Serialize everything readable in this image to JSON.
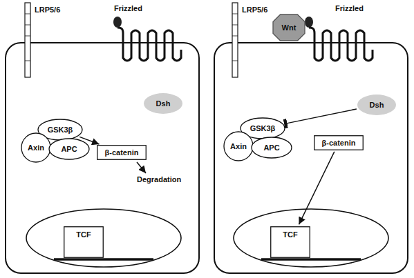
{
  "diagram": {
    "nodes": [
      {
        "text": [
          "Dsh"
        ]
      },
      {
        "text": [
          "GSK3β"
        ]
      },
      {
        "text": [
          "Axin"
        ]
      },
      {
        "text": [
          "APC"
        ]
      },
      {
        "text": [
          "β-catenin"
        ]
      },
      {
        "text": [
          "TCF"
        ]
      },
      {
        "text": [
          "Wnt"
        ]
      },
      {
        "text": [
          "Dsh"
        ]
      },
      {
        "text": [
          "GSK3β"
        ]
      },
      {
        "text": [
          "Axin"
        ]
      },
      {
        "text": [
          "APC"
        ]
      },
      {
        "text": [
          "β-catenin"
        ]
      },
      {
        "text": [
          "TCF"
        ]
      }
    ],
    "edges": [
      {
        "from": 1,
        "to": 4,
        "arrow": "to"
      },
      {
        "from": 7,
        "to": 8,
        "arrow": "to"
      },
      {
        "from": 11,
        "to": 12,
        "arrow": "to"
      }
    ],
    "labels": [
      "LRP5/6",
      "Frizzled",
      "Degradation",
      "LRP5/6",
      "Frizzled"
    ]
  }
}
